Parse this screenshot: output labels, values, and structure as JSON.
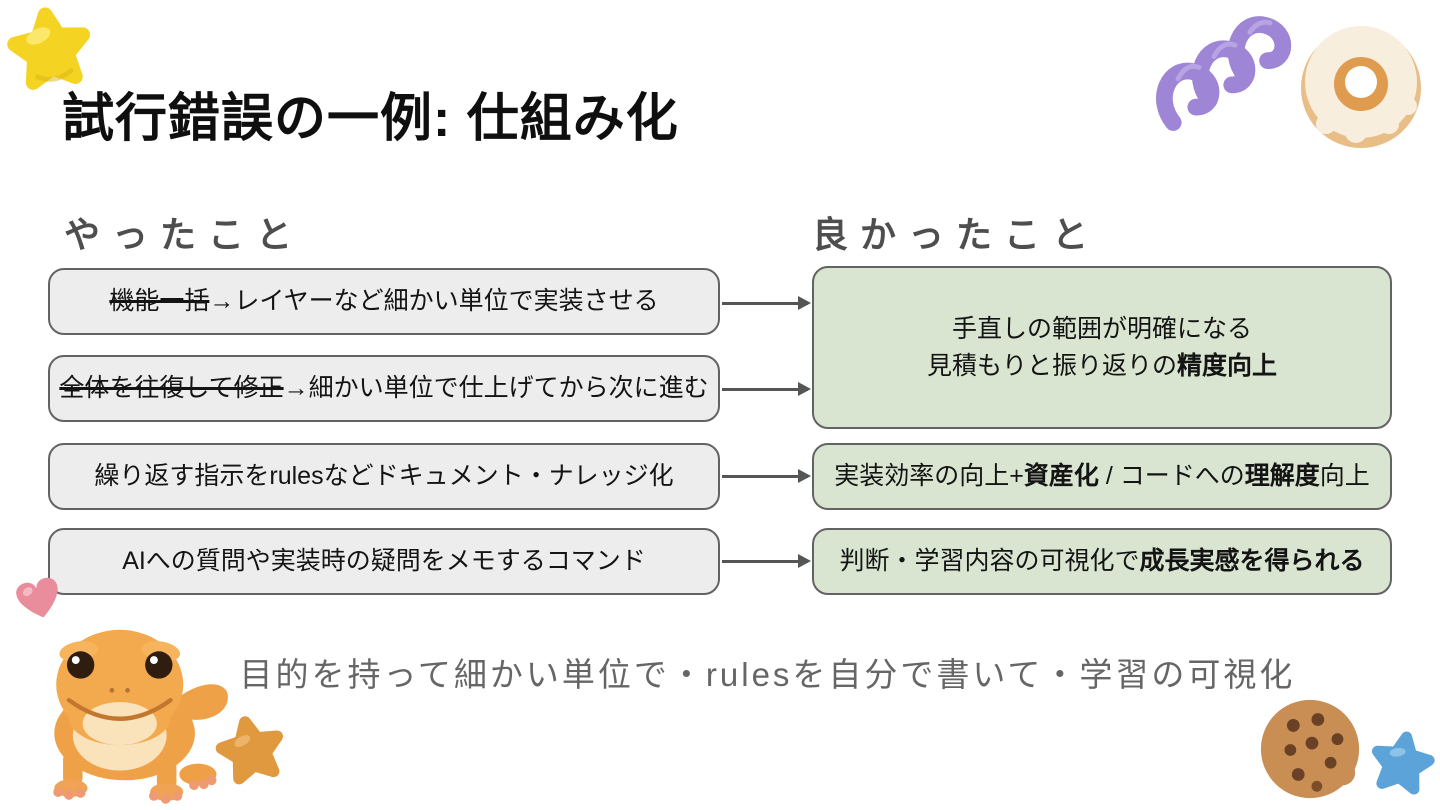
{
  "title": "試行錯誤の一例: 仕組み化",
  "columns": {
    "left": {
      "header": "やったこと",
      "items": [
        {
          "lines": [
            [
              {
                "text": "機能一括",
                "strike": true
              },
              {
                "text": "→レイヤーなど細かい単位で実装させる"
              }
            ]
          ]
        },
        {
          "lines": [
            [
              {
                "text": "全体を往復して修正",
                "strike": true
              },
              {
                "text": "→細かい単位で仕上げてから次に進む"
              }
            ]
          ]
        },
        {
          "lines": [
            [
              {
                "text": "繰り返す指示をrulesなどドキュメント・ナレッジ化"
              }
            ]
          ]
        },
        {
          "lines": [
            [
              {
                "text": "AIへの質問や実装時の疑問をメモするコマンド"
              }
            ]
          ]
        }
      ]
    },
    "right": {
      "header": "良かったこと",
      "items": [
        {
          "lines": [
            [
              {
                "text": "手直しの範囲が明確になる"
              }
            ],
            [
              {
                "text": "見積もりと振り返りの"
              },
              {
                "text": "精度向上",
                "bold": true
              }
            ]
          ]
        },
        {
          "lines": [
            [
              {
                "text": "実装効率の向上+"
              },
              {
                "text": "資産化",
                "bold": true
              },
              {
                "text": " / コードへの"
              },
              {
                "text": "理解度",
                "bold": true
              },
              {
                "text": "向上"
              }
            ]
          ]
        },
        {
          "lines": [
            [
              {
                "text": "判断・学習内容の可視化で"
              },
              {
                "text": "成長実感を得られる",
                "bold": true
              }
            ]
          ]
        }
      ]
    }
  },
  "footer": "目的を持って細かい単位で・rulesを自分で書いて・学習の可視化",
  "decorations": [
    "yellow-star",
    "purple-squiggle",
    "donut",
    "pink-heart",
    "gecko",
    "orange-star",
    "cookie",
    "blue-star"
  ],
  "colors": {
    "task_box_bg": "#ededed",
    "benefit_box_bg": "#d9e5d0",
    "box_border": "#636363",
    "arrow": "#555555",
    "title_text": "#0f0f0f",
    "header_text": "#4e4e4e",
    "footer_text": "#666666",
    "star_yellow": "#f5d322",
    "squiggle_purple": "#9e85d6",
    "star_orange": "#e0993f",
    "star_blue": "#5ba3d9",
    "heart_pink": "#e98c9b"
  }
}
